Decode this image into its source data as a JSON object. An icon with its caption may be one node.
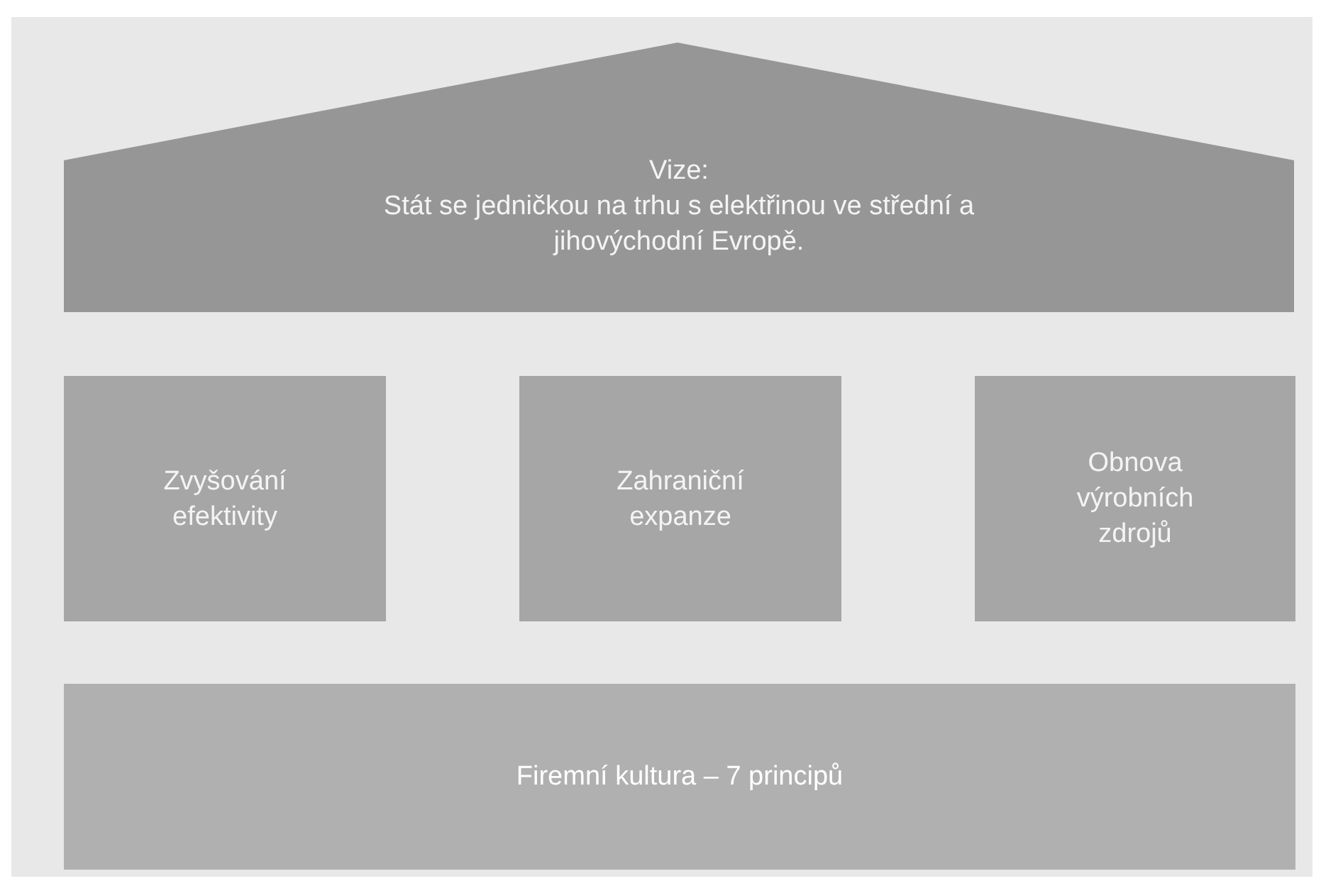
{
  "diagram": {
    "nodes": [
      {
        "text": [
          "Vize:",
          "Stát se jedničkou na trhu s elektřinou ve střední a jihovýchodní Evropě."
        ]
      },
      {
        "text": [
          "Zvyšování efektivity"
        ]
      },
      {
        "text": [
          "Zahraniční expanze"
        ]
      },
      {
        "text": [
          "Obnova výrobních zdrojů"
        ]
      },
      {
        "text": [
          "Firemní kultura – 7 principů"
        ]
      }
    ]
  }
}
